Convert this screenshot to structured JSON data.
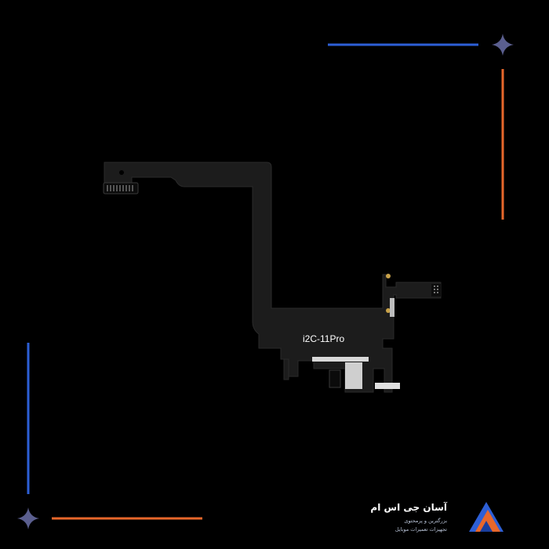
{
  "product_label": "i2C-11Pro",
  "brand": {
    "name": "آسان جی اس ام",
    "tagline_line1": "بزرگترین و پرمحتوی",
    "tagline_line2": "تجهیزات تعمیرات موبایل"
  },
  "colors": {
    "background": "#000000",
    "accent_blue": "#2d5fd6",
    "accent_orange": "#e8672b",
    "sparkle": "#5b5f8f",
    "flex_cable": "#1c1c1c",
    "flex_edge": "#2a2a2a",
    "contact_gold": "#c9a24a",
    "silver_pad": "#d8d8d8"
  },
  "icons": [
    "sparkle-star-icon",
    "brand-logo-icon"
  ]
}
